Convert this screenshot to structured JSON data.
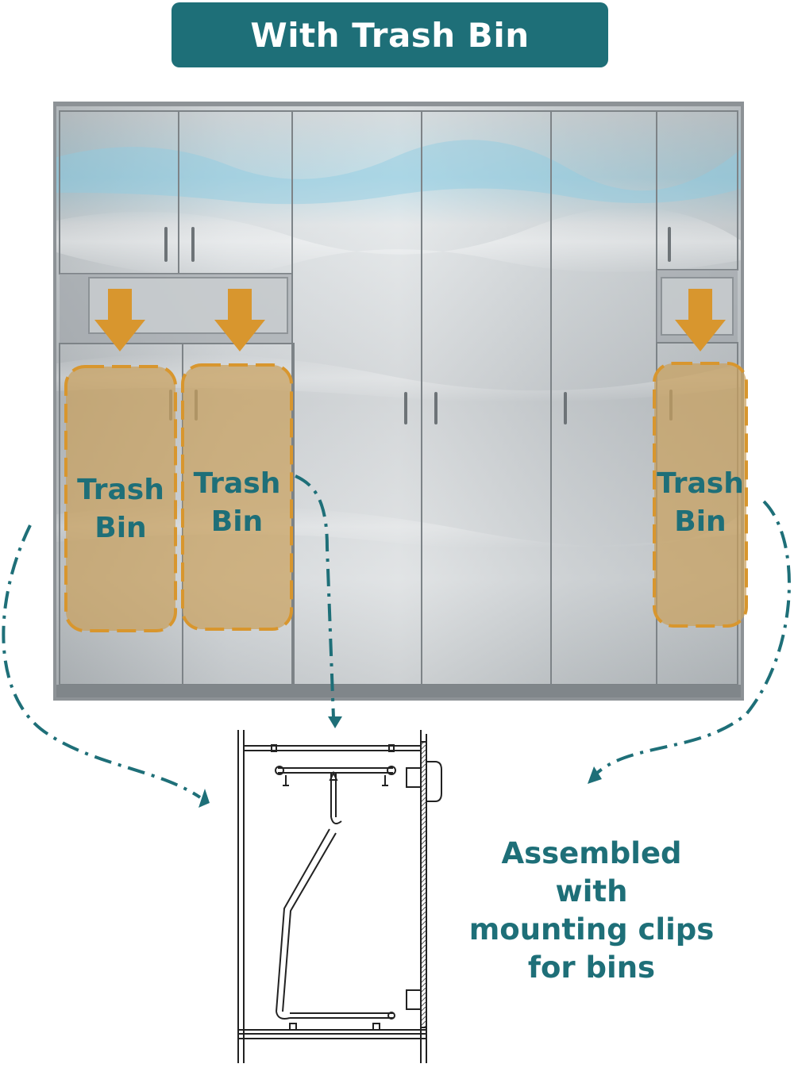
{
  "title": "With Trash Bin",
  "bins": [
    {
      "line1": "Trash",
      "line2": "Bin"
    },
    {
      "line1": "Trash",
      "line2": "Bin"
    },
    {
      "line1": "Trash",
      "line2": "Bin"
    }
  ],
  "caption": {
    "line1": "Assembled",
    "line2": "with",
    "line3": "mounting clips",
    "line4": "for bins"
  },
  "colors": {
    "teal": "#1e6f78",
    "orange": "#d8962e",
    "orange_fill": "#c9a15e",
    "steel_light": "#d9dcde",
    "steel_mid": "#b7bbbe",
    "steel_dark": "#8f9498",
    "highlight_blue": "#7fc6dc"
  },
  "icons": {
    "arrow": "arrow-down-icon",
    "connector": "dash-dot-connector"
  }
}
